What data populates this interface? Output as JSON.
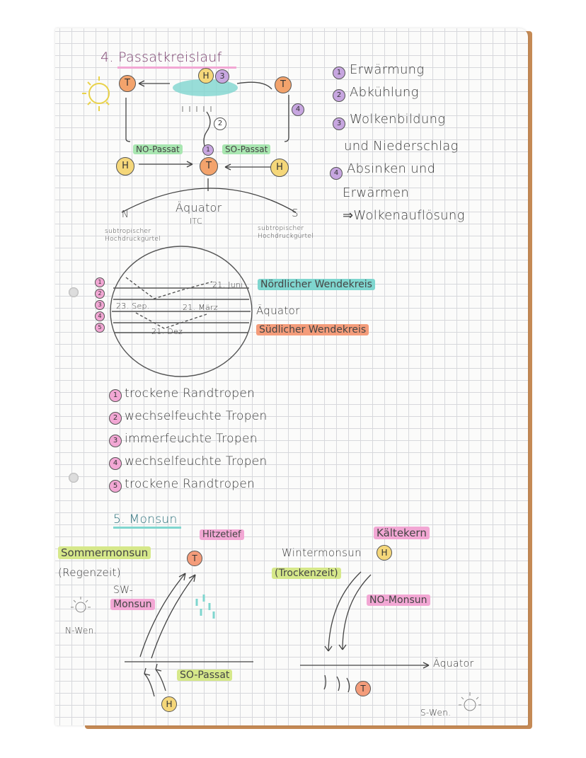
{
  "colors": {
    "orange": "#f3a36c",
    "yellow": "#f5d77a",
    "purple": "#c7a6e0",
    "green": "#a8e6b0",
    "teal": "#7fd6cf",
    "pink": "#f2a7d4",
    "red": "#f49c7a",
    "olive": "#d6e88a"
  },
  "passat": {
    "heading": "4. Passatkreislauf",
    "markers": {
      "t_left": "T",
      "t_right": "T",
      "t_center": "T",
      "h_top": "H",
      "three": "3",
      "two": "2",
      "one": "1",
      "four": "4",
      "h_left": "H",
      "h_right": "H"
    },
    "no_passat": "NO-Passat",
    "so_passat": "SO-Passat",
    "aquator": "Äquator",
    "itc": "ITC",
    "n": "N",
    "s": "S",
    "subtrop_left": "subtropischer Hochdruckgürtel",
    "subtrop_right": "subtropischer Hochdruckgürtel"
  },
  "legend": [
    {
      "num": "1",
      "text": "Erwärmung"
    },
    {
      "num": "2",
      "text": "Abkühlung"
    },
    {
      "num": "3",
      "text": "Wolkenbildung"
    },
    {
      "num": "",
      "text": "und Niederschlag"
    },
    {
      "num": "4",
      "text": "Absinken und"
    },
    {
      "num": "",
      "text": "Erwärmen"
    },
    {
      "num": "",
      "text": "⇒Wolkenauflösung"
    }
  ],
  "globe": {
    "nums": [
      "1",
      "2",
      "3",
      "4",
      "5"
    ],
    "jun": "21. Juni",
    "sep": "23. Sep.",
    "mar": "21. März",
    "dez": "21. Dez",
    "nord": "Nördlicher Wendekreis",
    "aquator": "Äquator",
    "sud": "Südlicher Wendekreis"
  },
  "zones": [
    {
      "num": "1",
      "text": "trockene Randtropen"
    },
    {
      "num": "2",
      "text": "wechselfeuchte Tropen"
    },
    {
      "num": "3",
      "text": "immerfeuchte Tropen"
    },
    {
      "num": "4",
      "text": "wechselfeuchte Tropen"
    },
    {
      "num": "5",
      "text": "trockene Randtropen"
    }
  ],
  "monsun": {
    "heading": "5. Monsun",
    "hitzetief": "Hitzetief",
    "kaltekern": "Kältekern",
    "sommer": "Sommermonsun",
    "regenzeit": "(Regenzeit)",
    "sw": "SW-",
    "monsun": "Monsun",
    "n_wen": "N-Wen.",
    "winter": "Wintermonsun",
    "trockenzeit": "(Trockenzeit)",
    "no_monsun": "NO-Monsun",
    "so_passat": "SO-Passat",
    "aquator": "Äquator",
    "s_wen": "S-Wen.",
    "t1": "T",
    "h1": "H",
    "h2": "H",
    "t2": "T"
  }
}
